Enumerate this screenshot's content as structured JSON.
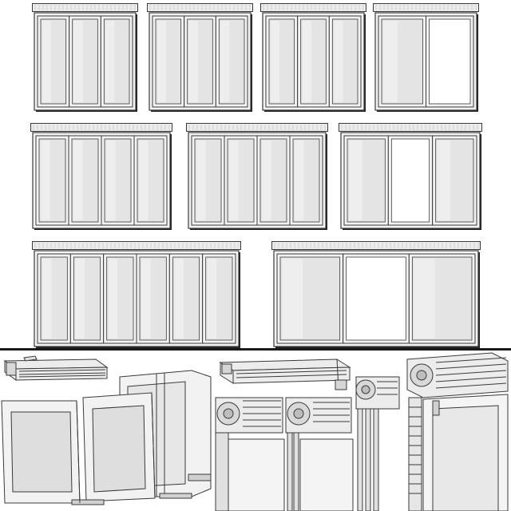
{
  "scene": {
    "kind": "sliding-door-render-sheet",
    "colors": {
      "frame_outline": "#3a3a3a",
      "frame_fill": "#f2f2f2",
      "glass_fill": "#e4e4e4",
      "glass_highlight": "#eeeeee",
      "opening_fill": "#ffffff",
      "cassette_fill": "#ececec",
      "shadow": "#222222",
      "divider": "#1a1a1a"
    },
    "elevation_views": [
      {
        "id": "unit-1",
        "panels": [
          "glass",
          "glass",
          "glass"
        ]
      },
      {
        "id": "unit-2",
        "panels": [
          "glass",
          "glass",
          "glass"
        ]
      },
      {
        "id": "unit-3",
        "panels": [
          "glass",
          "glass",
          "glass"
        ]
      },
      {
        "id": "unit-4",
        "panels": [
          "glass",
          "open"
        ]
      },
      {
        "id": "unit-5",
        "panels": [
          "glass",
          "glass",
          "glass",
          "glass"
        ]
      },
      {
        "id": "unit-6",
        "panels": [
          "glass",
          "glass",
          "glass",
          "glass"
        ]
      },
      {
        "id": "unit-7",
        "panels": [
          "glass",
          "open",
          "glass"
        ]
      },
      {
        "id": "unit-8",
        "panels": [
          "glass",
          "glass",
          "glass",
          "glass",
          "glass",
          "glass"
        ]
      },
      {
        "id": "unit-9",
        "panels": [
          "glass",
          "open",
          "glass"
        ]
      }
    ],
    "detail_views": [
      {
        "id": "cassette-section-closeup",
        "icon": "roller-shutter-cassette"
      },
      {
        "id": "sliding-panels-perspective",
        "icon": "sliding-panel-assembly"
      },
      {
        "id": "top-track-section",
        "icon": "track-profile"
      },
      {
        "id": "shutter-profile-cutaway",
        "icon": "roller-shutter-cutaway"
      },
      {
        "id": "shutter-on-frame",
        "icon": "shutter-box-frame"
      }
    ]
  }
}
